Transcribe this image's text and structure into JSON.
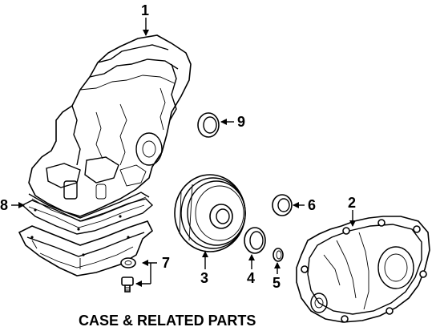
{
  "diagram": {
    "caption": "CASE & RELATED PARTS",
    "callouts": [
      {
        "id": "1",
        "label": "1"
      },
      {
        "id": "2",
        "label": "2"
      },
      {
        "id": "3",
        "label": "3"
      },
      {
        "id": "4",
        "label": "4"
      },
      {
        "id": "5",
        "label": "5"
      },
      {
        "id": "6",
        "label": "6"
      },
      {
        "id": "7",
        "label": "7"
      },
      {
        "id": "8",
        "label": "8"
      },
      {
        "id": "9",
        "label": "9"
      }
    ]
  }
}
